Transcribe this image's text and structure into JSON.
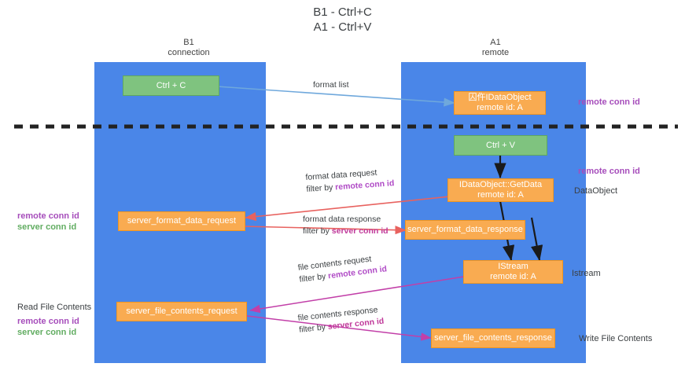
{
  "title": "B1 - Ctrl+C\nA1 - Ctrl+V",
  "lanes": [
    {
      "id": "b1",
      "header": "B1\nconnection",
      "color": "#4a86e8"
    },
    {
      "id": "a1",
      "header": "A1\nremote",
      "color": "#4a86e8"
    }
  ],
  "boxes": {
    "ctrl_c": {
      "line1": "Ctrl + C",
      "line2": "",
      "color": "#7fc37f"
    },
    "idataobject": {
      "line1": "囚仵IDataObject",
      "line2": "remote id: A",
      "color": "#f9ab51"
    },
    "ctrl_v": {
      "line1": "Ctrl + V",
      "line2": "",
      "color": "#7fc37f"
    },
    "getdata": {
      "line1": "IDataObject::GetData",
      "line2": "remote id: A",
      "color": "#f9ab51"
    },
    "fmt_req": {
      "line1": "server_format_data_request",
      "line2": "",
      "color": "#f9ab51"
    },
    "fmt_resp": {
      "line1": "server_format_data_response",
      "line2": "",
      "color": "#f9ab51"
    },
    "istream": {
      "line1": "IStream",
      "line2": "remote id: A",
      "color": "#f9ab51"
    },
    "file_req": {
      "line1": "server_file_contents_request",
      "line2": "",
      "color": "#f9ab51"
    },
    "file_resp": {
      "line1": "server_file_contents_response",
      "line2": "",
      "color": "#f9ab51"
    }
  },
  "edge_labels": {
    "format_list": "format list",
    "fmt_req_l1": "format data request",
    "fmt_req_l2_pre": "filter by ",
    "fmt_req_l2_em": "remote conn id",
    "fmt_resp_l1": "format data response",
    "fmt_resp_l2_pre": "filter by ",
    "fmt_resp_l2_em": "server conn id",
    "file_req_l1": "file contents request",
    "file_req_l2_pre": "filter by ",
    "file_req_l2_em": "remote conn id",
    "file_resp_l1": "file contents response",
    "file_resp_l2_pre": "filter by ",
    "file_resp_l2_em": "server conn id"
  },
  "annotations": {
    "right_remote_1": "remote conn id",
    "right_remote_2": "remote conn id",
    "right_dataobject": "DataObject",
    "right_istream": "Istream",
    "right_write": "Write File Contents",
    "left_remote": "remote conn id",
    "left_server": "server conn id",
    "left_read": "Read File Contents",
    "left_remote_2": "remote conn id",
    "left_server_2": "server conn id"
  },
  "colors": {
    "lane": "#4a86e8",
    "green_box": "#7fc37f",
    "orange_box": "#f9ab51",
    "purple": "#a64dbb",
    "green_text": "#62ad62",
    "arrow_blue": "#6fa8dc",
    "arrow_red": "#e8625f",
    "arrow_magenta": "#c23fa8",
    "arrow_black": "#1a1a1a",
    "divider": "#222222"
  }
}
